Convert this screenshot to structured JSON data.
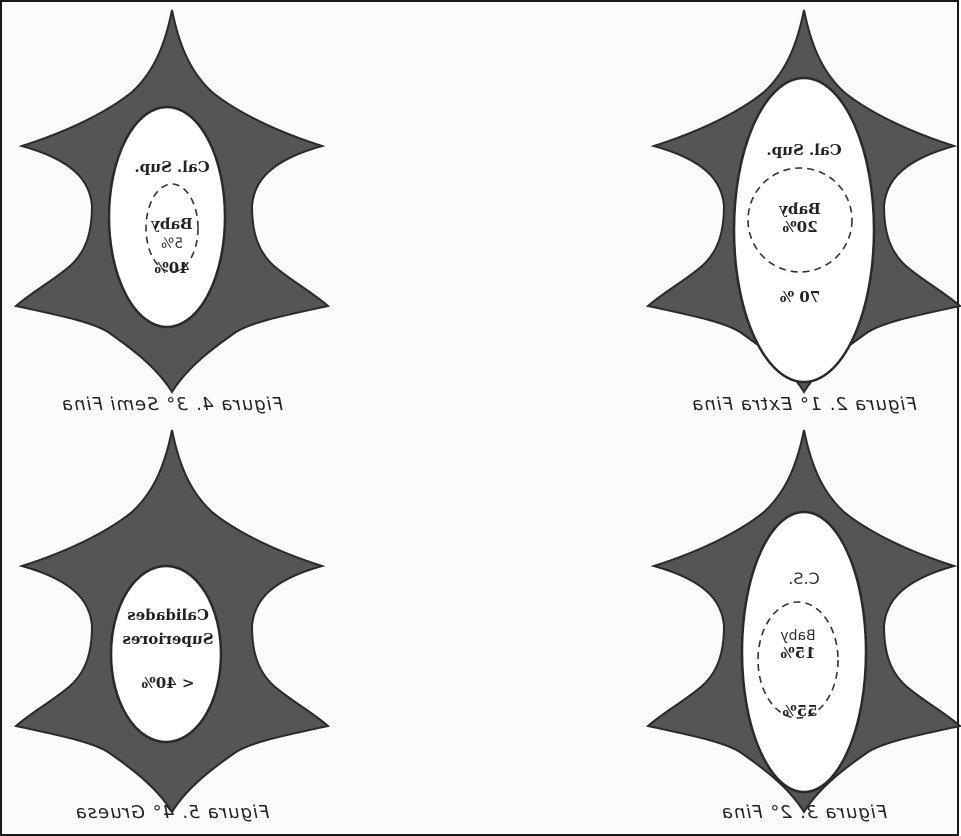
{
  "figures": [
    {
      "caption": "Figura 2. 1° Extra Fina",
      "labels": [
        "Cal. Sup.",
        "Baby",
        "20%",
        "70 %"
      ]
    },
    {
      "caption": "Figura 3. 2° Fina",
      "labels": [
        "C.S.",
        "Baby",
        "15%",
        "55%"
      ]
    },
    {
      "caption": "Figura 4. 3° Semi Fina",
      "labels": [
        "Cal. Sup.",
        "Baby",
        "5%",
        "40%"
      ]
    },
    {
      "caption": "Figura 5. 4° Gruesa",
      "labels": [
        "Calidades",
        "Superiores",
        "< 40%"
      ]
    }
  ],
  "colors": {
    "hide_fill": "#555555",
    "outline": "#2a2a2a",
    "oval_fill": "#ffffff"
  }
}
